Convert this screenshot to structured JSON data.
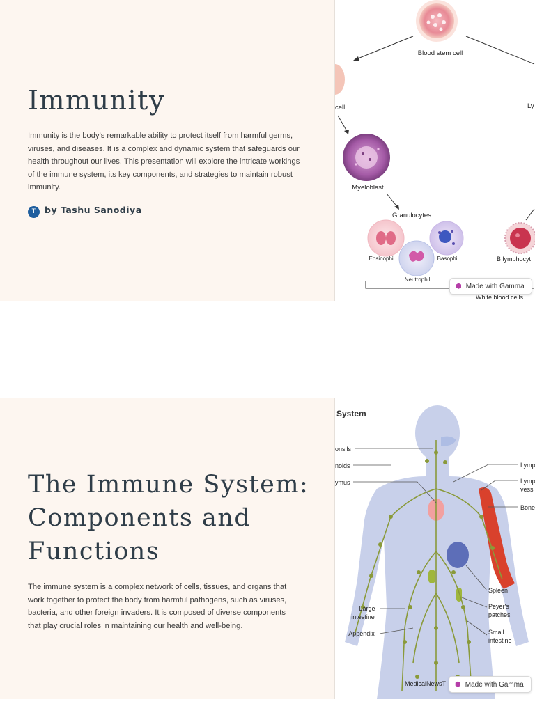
{
  "slide1": {
    "title": "Immunity",
    "body": "Immunity is the body's remarkable ability to protect itself from harmful germs, viruses, and diseases. It is a complex and dynamic system that safeguards our health throughout our lives. This presentation will explore the  intricate workings of the immune system, its key components, and strategies  to maintain robust immunity.",
    "author_initial": "T",
    "author": "by Tashu Sanodiya",
    "diagram": {
      "blood_stem_cell": "Blood stem cell",
      "left_cut": "cell",
      "right_cut": "Ly",
      "myeloblast": "Myeloblast",
      "granulocytes": "Granulocytes",
      "eosinophil": "Eosinophil",
      "basophil": "Basophil",
      "neutrophil": "Neutrophil",
      "b_lymphocyte": "B lymphocyt",
      "white_blood_cells": "White blood cells"
    },
    "badge": "Made with Gamma"
  },
  "slide2": {
    "title": "The Immune System: Components and  Functions",
    "body": "The immune system is a complex network of cells, tissues, and organs  that  work together to protect the body from harmful pathogens, such as viruses,  bacteria, and other foreign invaders. It is composed of diverse components  that play crucial roles in maintaining our health and well-being.",
    "diagram": {
      "heading": "System",
      "tonsils": "onsils",
      "adenoids": "noids",
      "thymus": "ymus",
      "lymph_nodes": "Lymp",
      "lymph_vessels_1": "Lymp",
      "lymph_vessels_2": "vess",
      "bone_marrow": "Bone",
      "spleen": "Spleen",
      "peyers_1": "Peyer's",
      "peyers_2": "patches",
      "large_intestine_1": "Large",
      "large_intestine_2": "intestine",
      "appendix": "Appendix",
      "small_intestine_1": "Small",
      "small_intestine_2": "intestine",
      "source": "MedicalNewsT"
    },
    "badge": "Made with Gamma"
  },
  "colors": {
    "background": "#fdf6f0",
    "title": "#2f3d48",
    "body": "#3b3b3b",
    "avatar": "#1f5e9e",
    "gamma_accent": "#b53ea8",
    "lymph_green": "#8a9a3a",
    "bone_red": "#d9412c"
  }
}
